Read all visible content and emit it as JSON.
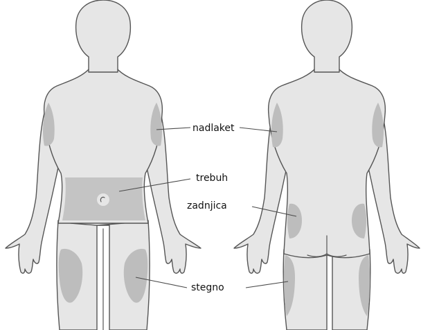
{
  "labels": {
    "upper_arm": "nadlaket",
    "abdomen": "trebuh",
    "buttock": "zadnjica",
    "thigh": "stegno"
  }
}
